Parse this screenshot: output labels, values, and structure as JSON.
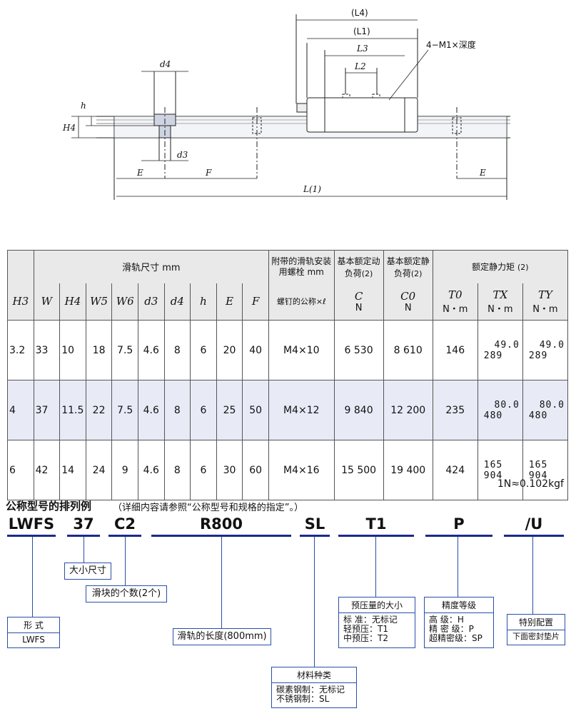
{
  "drawing": {
    "labels": {
      "L4": "(L4)",
      "L1": "(L1)",
      "L3": "L3",
      "L2": "L2",
      "M1": "4−M1×深度",
      "d4": "d4",
      "h": "h",
      "H4": "H4",
      "d3": "d3",
      "E": "E",
      "F": "F",
      "L": "L(1)"
    }
  },
  "table": {
    "group_rail": "滑轨尺寸 mm",
    "group_bolt": "附带的滑轨安装用螺栓 mm",
    "group_C": "基本额定动负荷",
    "group_C0": "基本额定静负荷",
    "group_moment": "额定静力矩",
    "note2": "(2)",
    "bolt_sub": "螺钉的公称×ℓ",
    "cols": [
      "H3",
      "W",
      "H4",
      "W5",
      "W6",
      "d3",
      "d4",
      "h",
      "E",
      "F"
    ],
    "C": "C",
    "C0": "C0",
    "T0": "T0",
    "TX": "TX",
    "TY": "TY",
    "unit_N": "N",
    "unit_Nm": "N・m",
    "rows": [
      {
        "H3": "3.2",
        "W": "33",
        "H4": "10",
        "W5": "18",
        "W6": "7.5",
        "d3": "4.6",
        "d4": "8",
        "h": "6",
        "E": "20",
        "F": "40",
        "bolt": "M4×10",
        "C": "6 530",
        "C0": "8 610",
        "T0": "146",
        "TX1": "49.0",
        "TX2": "289",
        "TY1": "49.0",
        "TY2": "289"
      },
      {
        "H3": "4",
        "W": "37",
        "H4": "11.5",
        "W5": "22",
        "W6": "7.5",
        "d3": "4.6",
        "d4": "8",
        "h": "6",
        "E": "25",
        "F": "50",
        "bolt": "M4×12",
        "C": "9 840",
        "C0": "12 200",
        "T0": "235",
        "TX1": "80.0",
        "TX2": "480",
        "TY1": "80.0",
        "TY2": "480"
      },
      {
        "H3": "6",
        "W": "42",
        "H4": "14",
        "W5": "24",
        "W6": "9",
        "d3": "4.6",
        "d4": "8",
        "h": "6",
        "E": "30",
        "F": "60",
        "bolt": "M4×16",
        "C": "15 500",
        "C0": "19 400",
        "T0": "424",
        "TX1": "165",
        "TX2": "904",
        "TY1": "165",
        "TY2": "904"
      }
    ],
    "conversion": "1N≈0.102kgf"
  },
  "ordering": {
    "title": "公称型号的排列例",
    "note": "（详细内容请参照“公称型号和规格的指定”。）",
    "segments": [
      "LWFS",
      "37",
      "C2",
      "R800",
      "SL",
      "T1",
      "P",
      "/U"
    ],
    "box_size": "大小尺寸",
    "box_blocks": "滑块的个数(2个)",
    "box_type_head": "形  式",
    "box_type_val": "LWFS",
    "box_length": "滑轨的长度(800mm)",
    "box_material_head": "材料种类",
    "box_material_rows": [
      "碳素钢制：无标记",
      "不锈钢制：SL"
    ],
    "box_preload_head": "预压量的大小",
    "box_preload_rows": [
      "标  准：无标记",
      "轻预压：T1",
      "中预压：T2"
    ],
    "box_accuracy_head": "精度等级",
    "box_accuracy_rows": [
      "高      级：H",
      "精  密  级：P",
      "超精密级：SP"
    ],
    "box_special_head": "特别配置",
    "box_special_val": "下面密封垫片"
  }
}
